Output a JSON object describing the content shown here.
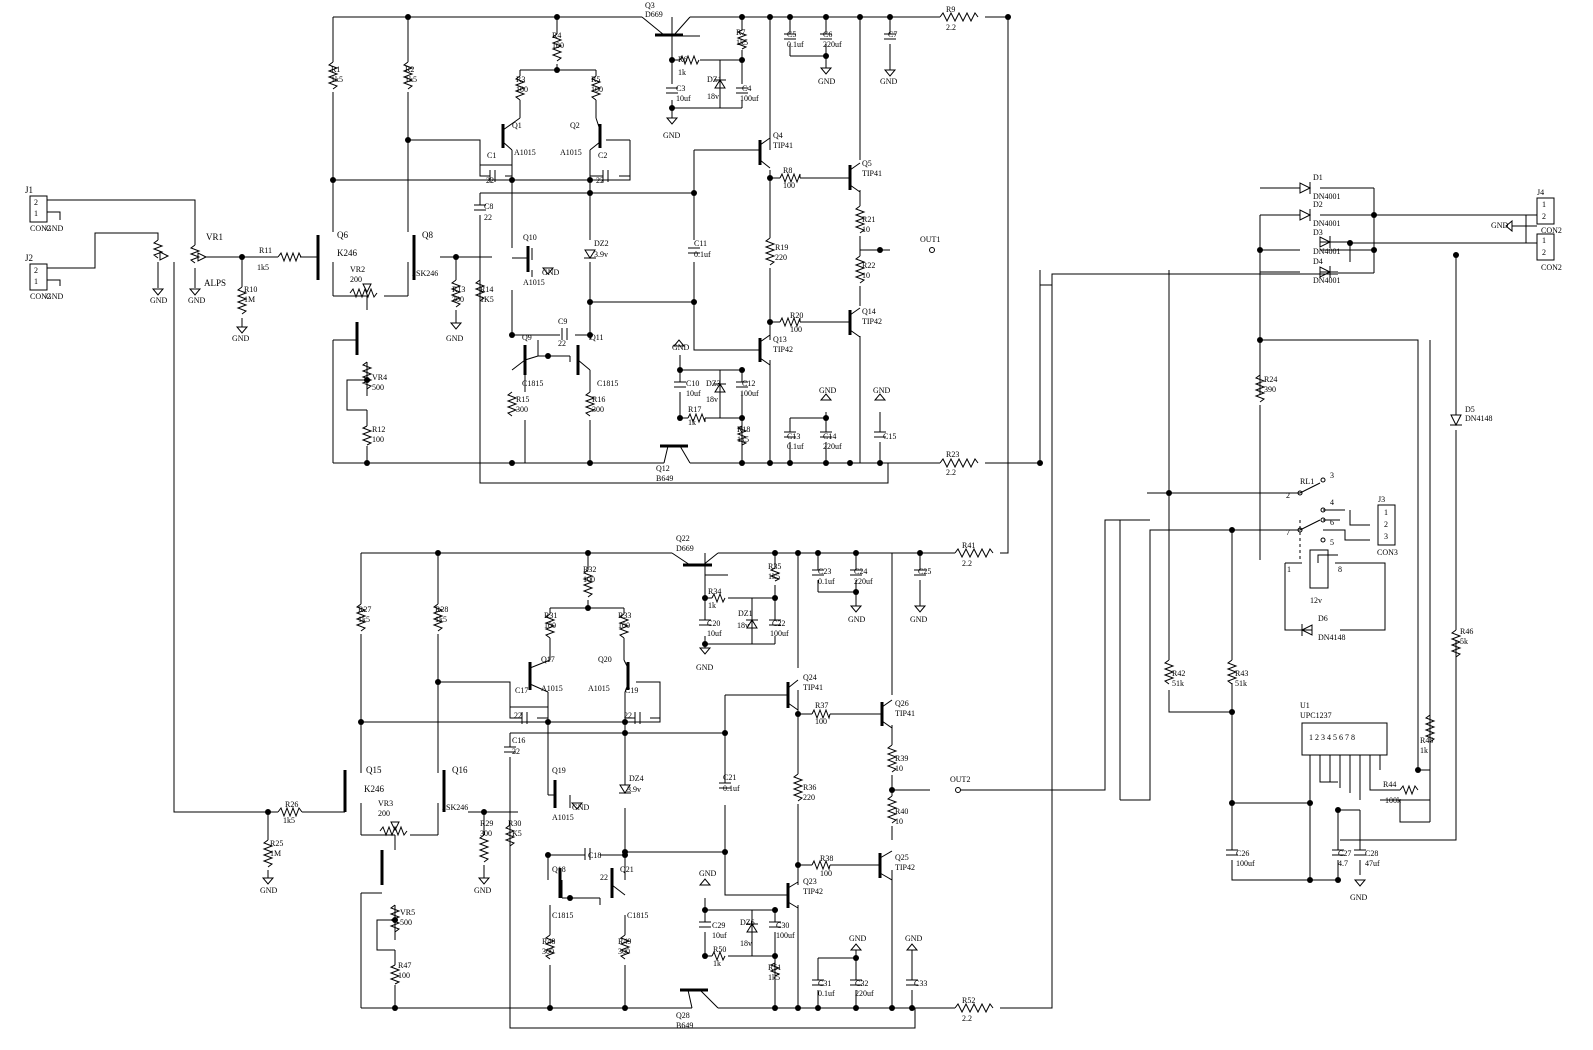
{
  "connectors": {
    "J1": {
      "ref": "J1",
      "name": "CON2",
      "gnd": "GND",
      "pins": [
        "2",
        "1"
      ]
    },
    "J2": {
      "ref": "J2",
      "name": "CON2",
      "gnd": "GND",
      "pins": [
        "2",
        "1"
      ]
    },
    "J3": {
      "ref": "J3",
      "name": "CON3",
      "pins": [
        "1",
        "2",
        "3"
      ]
    },
    "J4": {
      "ref": "J4",
      "name1": "CON2",
      "name2": "CON2",
      "gnd": "GND",
      "pins": [
        "1",
        "2",
        "1",
        "2"
      ]
    }
  },
  "pots": {
    "VR1": {
      "ref": "VR1",
      "value": "ALPS"
    },
    "VR2": {
      "ref": "VR2",
      "value": "200"
    },
    "VR3": {
      "ref": "VR3",
      "value": "200"
    },
    "VR4": {
      "ref": "VR4",
      "value": "500"
    },
    "VR5": {
      "ref": "VR5",
      "value": "500"
    }
  },
  "resistors": {
    "R1": {
      "ref": "R1",
      "value": "1k5"
    },
    "R2": {
      "ref": "R2",
      "value": "1k5"
    },
    "R3": {
      "ref": "R3",
      "value": "100"
    },
    "R4": {
      "ref": "R4",
      "value": "100"
    },
    "R5": {
      "ref": "R5",
      "value": "100"
    },
    "R6": {
      "ref": "R6",
      "value": "1k"
    },
    "R7": {
      "ref": "R7",
      "value": "1k5"
    },
    "R8": {
      "ref": "R8",
      "value": "100"
    },
    "R9": {
      "ref": "R9",
      "value": "2.2"
    },
    "R10": {
      "ref": "R10",
      "value": "1M"
    },
    "R11": {
      "ref": "R11",
      "value": "1k5"
    },
    "R12": {
      "ref": "R12",
      "value": "100"
    },
    "R13": {
      "ref": "R13",
      "value": "300"
    },
    "R14": {
      "ref": "R14",
      "value": "1K5"
    },
    "R15": {
      "ref": "R15",
      "value": "300"
    },
    "R16": {
      "ref": "R16",
      "value": "300"
    },
    "R17": {
      "ref": "R17",
      "value": "1k"
    },
    "R18": {
      "ref": "R18",
      "value": "1k5"
    },
    "R19": {
      "ref": "R19",
      "value": "220"
    },
    "R20": {
      "ref": "R20",
      "value": "100"
    },
    "R21": {
      "ref": "R21",
      "value": "10"
    },
    "R22": {
      "ref": "R22",
      "value": "10"
    },
    "R23": {
      "ref": "R23",
      "value": "2.2"
    },
    "R24": {
      "ref": "R24",
      "value": "390"
    },
    "R25": {
      "ref": "R25",
      "value": "1M"
    },
    "R26": {
      "ref": "R26",
      "value": "1k5"
    },
    "R27": {
      "ref": "R27",
      "value": "1k5"
    },
    "R28": {
      "ref": "R28",
      "value": "1k5"
    },
    "R29": {
      "ref": "R29",
      "value": "300"
    },
    "R30": {
      "ref": "R30",
      "value": "1K5"
    },
    "R31": {
      "ref": "R31",
      "value": "100"
    },
    "R32": {
      "ref": "R32",
      "value": "100"
    },
    "R33": {
      "ref": "R33",
      "value": "100"
    },
    "R34": {
      "ref": "R34",
      "value": "1k"
    },
    "R35": {
      "ref": "R35",
      "value": "1k5"
    },
    "R36": {
      "ref": "R36",
      "value": "220"
    },
    "R37": {
      "ref": "R37",
      "value": "100"
    },
    "R38": {
      "ref": "R38",
      "value": "100"
    },
    "R39": {
      "ref": "R39",
      "value": "10"
    },
    "R40": {
      "ref": "R40",
      "value": "10"
    },
    "R41": {
      "ref": "R41",
      "value": "2.2"
    },
    "R42": {
      "ref": "R42",
      "value": "51k"
    },
    "R43": {
      "ref": "R43",
      "value": "51k"
    },
    "R44": {
      "ref": "R44",
      "value": "100k"
    },
    "R45": {
      "ref": "R45",
      "value": "1k"
    },
    "R46": {
      "ref": "R46",
      "value": "5k"
    },
    "R47": {
      "ref": "R47",
      "value": "100"
    },
    "R48": {
      "ref": "R48",
      "value": "300"
    },
    "R49": {
      "ref": "R49",
      "value": "300"
    },
    "R50": {
      "ref": "R50",
      "value": "1k"
    },
    "R51": {
      "ref": "R51",
      "value": "1k5"
    },
    "R52": {
      "ref": "R52",
      "value": "2.2"
    }
  },
  "capacitors": {
    "C1": {
      "ref": "C1",
      "value": "22"
    },
    "C2": {
      "ref": "C2",
      "value": "22"
    },
    "C3": {
      "ref": "C3",
      "value": "10uf"
    },
    "C4": {
      "ref": "C4",
      "value": "100uf"
    },
    "C5": {
      "ref": "C5",
      "value": "0.1uf"
    },
    "C6": {
      "ref": "C6",
      "value": "220uf"
    },
    "C7": {
      "ref": "C7",
      "value": ""
    },
    "C8": {
      "ref": "C8",
      "value": "22"
    },
    "C9": {
      "ref": "C9",
      "value": "22"
    },
    "C10": {
      "ref": "C10",
      "value": "10uf"
    },
    "C11": {
      "ref": "C11",
      "value": "0.1uf"
    },
    "C12": {
      "ref": "C12",
      "value": "100uf"
    },
    "C13": {
      "ref": "C13",
      "value": "0.1uf"
    },
    "C14": {
      "ref": "C14",
      "value": "220uf"
    },
    "C15": {
      "ref": "C15",
      "value": ""
    },
    "C16": {
      "ref": "C16",
      "value": "22"
    },
    "C17": {
      "ref": "C17",
      "value": "22"
    },
    "C18": {
      "ref": "C18",
      "value": "22"
    },
    "C19": {
      "ref": "C19",
      "value": "22"
    },
    "C20": {
      "ref": "C20",
      "value": "10uf"
    },
    "C21": {
      "ref": "C21",
      "value": "0.1uf"
    },
    "C22": {
      "ref": "C22",
      "value": "100uf"
    },
    "C23": {
      "ref": "C23",
      "value": "0.1uf"
    },
    "C24": {
      "ref": "C24",
      "value": "220uf"
    },
    "C25": {
      "ref": "C25",
      "value": ""
    },
    "C26": {
      "ref": "C26",
      "value": "100uf"
    },
    "C27": {
      "ref": "C27",
      "value": "4.7"
    },
    "C28": {
      "ref": "C28",
      "value": "47uf"
    },
    "C29": {
      "ref": "C29",
      "value": "10uf"
    },
    "C30": {
      "ref": "C30",
      "value": "100uf"
    },
    "C31": {
      "ref": "C31",
      "value": "0.1uf"
    },
    "C32": {
      "ref": "C32",
      "value": "220uf"
    },
    "C33": {
      "ref": "C33",
      "value": ""
    }
  },
  "transistors": {
    "Q1": {
      "ref": "Q1",
      "value": "A1015"
    },
    "Q2": {
      "ref": "Q2",
      "value": "A1015"
    },
    "Q3": {
      "ref": "Q3",
      "value": "D669"
    },
    "Q4": {
      "ref": "Q4",
      "value": "TIP41"
    },
    "Q5": {
      "ref": "Q5",
      "value": "TIP41"
    },
    "Q6": {
      "ref": "Q6",
      "value": "K246"
    },
    "Q8": {
      "ref": "Q8",
      "value": "2SK246"
    },
    "Q9": {
      "ref": "Q9",
      "value": "C1815"
    },
    "Q10": {
      "ref": "Q10",
      "value": "A1015"
    },
    "Q11": {
      "ref": "Q11",
      "value": "C1815"
    },
    "Q12": {
      "ref": "Q12",
      "value": "B649"
    },
    "Q13": {
      "ref": "Q13",
      "value": "TIP42"
    },
    "Q14": {
      "ref": "Q14",
      "value": "TIP42"
    },
    "Q15": {
      "ref": "Q15",
      "value": "K246"
    },
    "Q16": {
      "ref": "Q16",
      "value": "2SK246"
    },
    "Q17": {
      "ref": "Q17",
      "value": "A1015"
    },
    "Q18": {
      "ref": "Q18",
      "value": "C1815"
    },
    "Q19": {
      "ref": "Q19",
      "value": "A1015"
    },
    "Q20": {
      "ref": "Q20",
      "value": "A1015"
    },
    "Q21": {
      "ref": "Q21",
      "value": "C1815"
    },
    "Q22": {
      "ref": "Q22",
      "value": "D669"
    },
    "Q23": {
      "ref": "Q23",
      "value": "TIP42"
    },
    "Q24": {
      "ref": "Q24",
      "value": "TIP41"
    },
    "Q25": {
      "ref": "Q25",
      "value": "TIP42"
    },
    "Q26": {
      "ref": "Q26",
      "value": "TIP41"
    },
    "Q28": {
      "ref": "Q28",
      "value": "B649"
    }
  },
  "diodes": {
    "DZ1": {
      "ref": "DZ1",
      "value": "18v"
    },
    "DZ2": {
      "ref": "DZ2",
      "value": "3.9v"
    },
    "DZ3": {
      "ref": "DZ3",
      "value": "18v"
    },
    "DZ4": {
      "ref": "DZ4",
      "value": "3.9v"
    },
    "DZ6": {
      "ref": "DZ6",
      "value": "18v"
    },
    "D1": {
      "ref": "D1",
      "value": "DN4001"
    },
    "D2": {
      "ref": "D2",
      "value": "DN4001"
    },
    "D3": {
      "ref": "D3",
      "value": "DN4001"
    },
    "D4": {
      "ref": "D4",
      "value": "DN4001"
    },
    "D5": {
      "ref": "D5",
      "value": "DN4148"
    },
    "D6": {
      "ref": "D6",
      "value": "DN4148"
    }
  },
  "relay": {
    "ref": "RL1",
    "value": "12v",
    "pins": [
      "1",
      "2",
      "3",
      "4",
      "5",
      "6",
      "7",
      "8"
    ]
  },
  "ic": {
    "ref": "U1",
    "value": "UPC1237",
    "pins": "1 2 3 4 5 6 7 8"
  },
  "nets": {
    "out1": "OUT1",
    "out2": "OUT2",
    "gnd": "GND"
  }
}
